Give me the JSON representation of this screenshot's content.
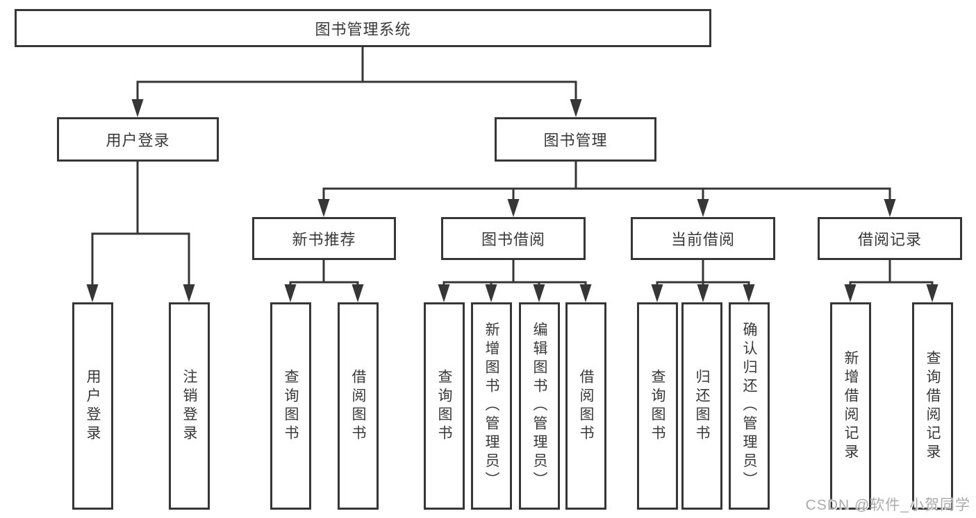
{
  "tree": {
    "root": {
      "label": "图书管理系统"
    },
    "branches": [
      {
        "label": "用户登录",
        "leaves": [
          {
            "label": "用户登录"
          },
          {
            "label": "注销登录"
          }
        ]
      },
      {
        "label": "图书管理",
        "groups": [
          {
            "label": "新书推荐",
            "leaves": [
              {
                "label": "查询图书"
              },
              {
                "label": "借阅图书"
              }
            ]
          },
          {
            "label": "图书借阅",
            "leaves": [
              {
                "label": "查询图书"
              },
              {
                "label": "新增图书（管理员）"
              },
              {
                "label": "编辑图书（管理员）"
              },
              {
                "label": "借阅图书"
              }
            ]
          },
          {
            "label": "当前借阅",
            "leaves": [
              {
                "label": "查询图书"
              },
              {
                "label": "归还图书"
              },
              {
                "label": "确认归还（管理员）"
              }
            ]
          },
          {
            "label": "借阅记录",
            "leaves": [
              {
                "label": "新增借阅记录"
              },
              {
                "label": "查询借阅记录"
              }
            ]
          }
        ]
      }
    ]
  },
  "watermark": {
    "text": "CSDN @软件_小贺同学"
  },
  "colors": {
    "line": "#363636",
    "text": "#383838",
    "background": "#ffffff",
    "watermark": "#ababab"
  }
}
